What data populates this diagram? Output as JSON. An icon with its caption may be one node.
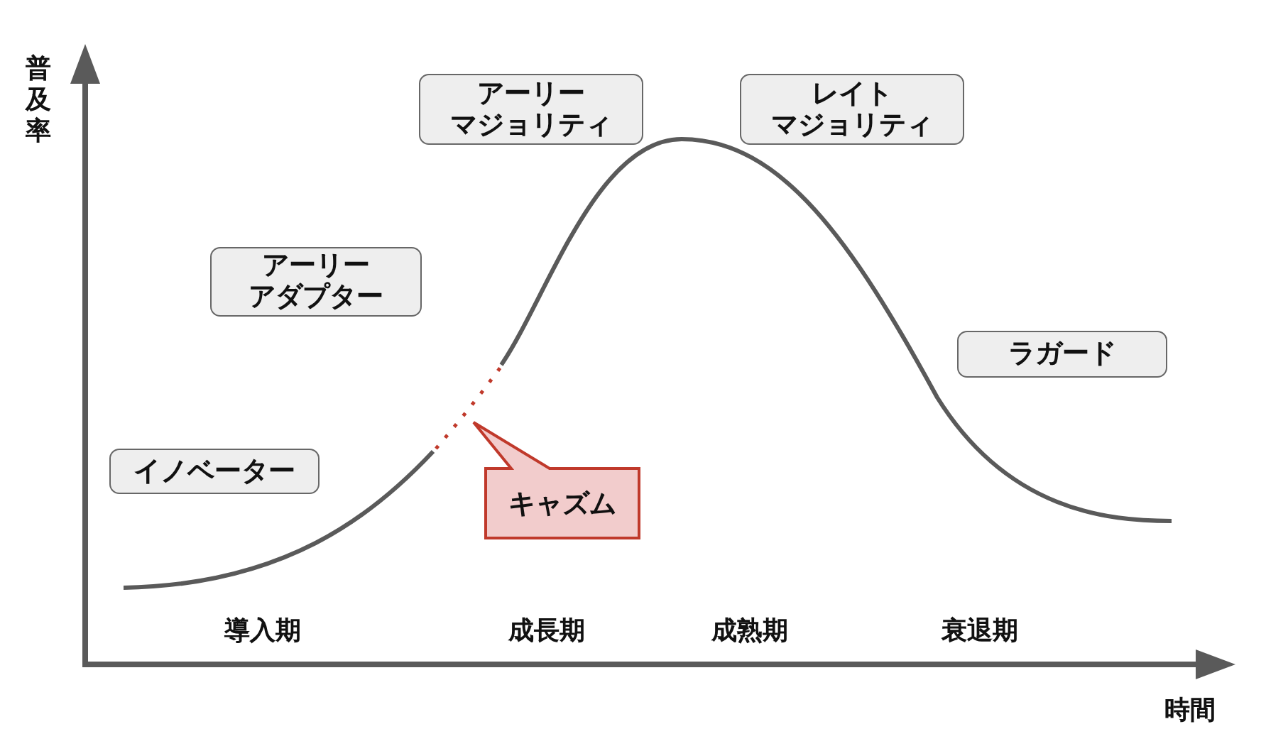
{
  "diagram": {
    "nodes": [
      {
        "text": [
          "イノベーター"
        ]
      },
      {
        "text": [
          "アーリーアダプター"
        ]
      },
      {
        "text": [
          "アーリーマジョリティ"
        ]
      },
      {
        "text": [
          "レイトマジョリティ"
        ]
      },
      {
        "text": [
          "ラガード"
        ]
      },
      {
        "text": [
          "キャズム"
        ]
      }
    ],
    "labels": [
      "普及率",
      "導入期",
      "成長期",
      "成熟期",
      "衰退期",
      "時間"
    ]
  }
}
